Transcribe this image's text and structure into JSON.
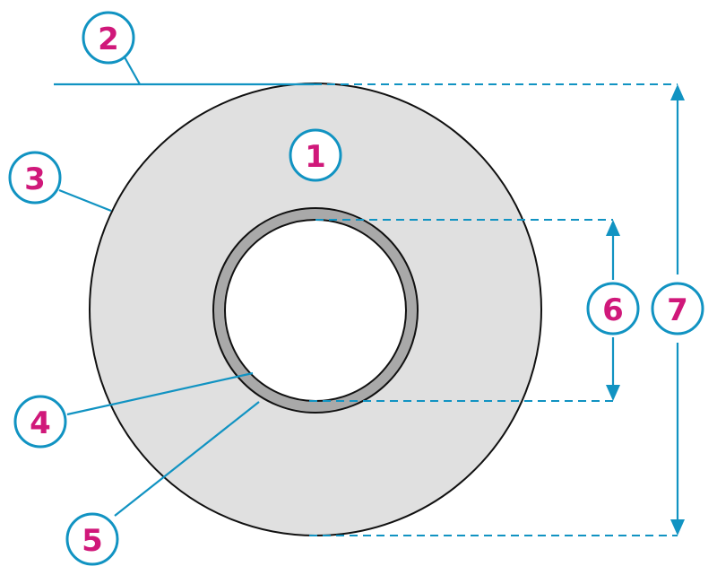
{
  "colors": {
    "accent": "#1193c2",
    "label_text": "#d0187a",
    "wheel_fill": "#e0e0e0",
    "rim_fill": "#a9a9a9",
    "outline": "#111111",
    "background": "#ffffff"
  },
  "callouts": [
    {
      "id": "1",
      "label": "1"
    },
    {
      "id": "2",
      "label": "2"
    },
    {
      "id": "3",
      "label": "3"
    },
    {
      "id": "4",
      "label": "4"
    },
    {
      "id": "5",
      "label": "5"
    },
    {
      "id": "6",
      "label": "6"
    },
    {
      "id": "7",
      "label": "7"
    }
  ]
}
